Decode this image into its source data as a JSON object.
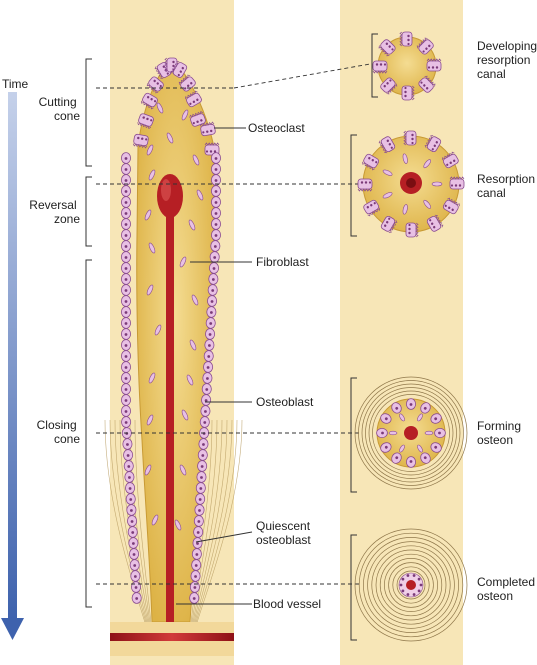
{
  "time_label": "Time",
  "zones": {
    "cutting": [
      "Cutting",
      "cone"
    ],
    "reversal": [
      "Reversal",
      "zone"
    ],
    "closing": [
      "Closing",
      "cone"
    ]
  },
  "cell_labels": {
    "osteoclast": "Osteoclast",
    "fibroblast": "Fibroblast",
    "osteoblast": "Osteoblast",
    "quiescent": [
      "Quiescent",
      "osteoblast"
    ],
    "blood_vessel": "Blood vessel"
  },
  "sections": {
    "developing": [
      "Developing",
      "resorption",
      "canal"
    ],
    "resorption": [
      "Resorption",
      "canal"
    ],
    "forming": [
      "Forming",
      "osteon"
    ],
    "completed": [
      "Completed",
      "osteon"
    ]
  },
  "colors": {
    "bone": "#f7e6b7",
    "canal": "#e8c35c",
    "cell": "#e8c0e4",
    "cell_border": "#8a4c90",
    "nucleus": "#7a3a78",
    "vessel": "#b61f24",
    "arrow": "#5a78b8"
  }
}
